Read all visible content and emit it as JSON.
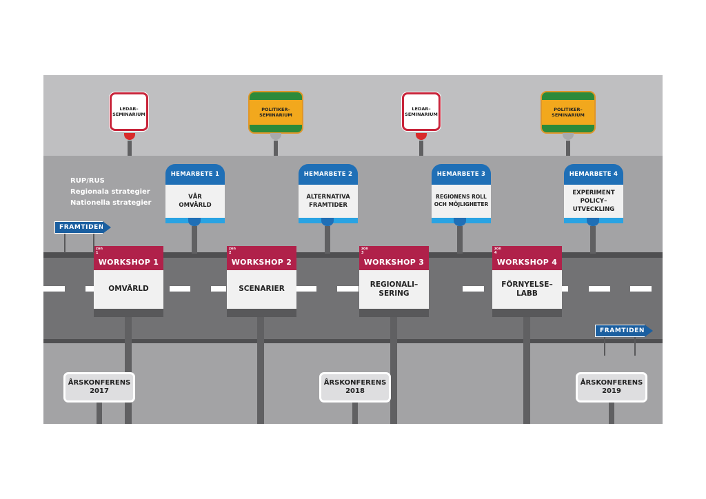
{
  "legend": [
    "RUP/RUS",
    "Regionala strategier",
    "Nationella strategier"
  ],
  "seminars": [
    {
      "type": "ledar",
      "line1": "LEDAR–",
      "line2": "SEMINARIUM"
    },
    {
      "type": "pol",
      "line1": "POLITIKER–",
      "line2": "SEMINARIUM"
    },
    {
      "type": "ledar",
      "line1": "LEDAR–",
      "line2": "SEMINARIUM"
    },
    {
      "type": "pol",
      "line1": "POLITIKER–",
      "line2": "SEMINARIUM"
    }
  ],
  "hemarbete": [
    {
      "title": "HEMARBETE 1",
      "line1": "VÅR",
      "line2": "OMVÄRLD"
    },
    {
      "title": "HEMARBETE 2",
      "line1": "ALTERNATIVA",
      "line2": "FRAMTIDER"
    },
    {
      "title": "HEMARBETE 3",
      "line1": "REGIONENS ROLL",
      "line2": "OCH MÖJLIGHETER"
    },
    {
      "title": "HEMARBETE 4",
      "line1": "EXPERIMENT",
      "line2": "POLICY–",
      "line3": "UTVECKLING"
    }
  ],
  "workshops": [
    {
      "zon_label": "zon",
      "zon_num": "1",
      "title": "WORKSHOP 1",
      "line1": "OMVÄRLD",
      "line2": ""
    },
    {
      "zon_label": "zon",
      "zon_num": "2",
      "title": "WORKSHOP 2",
      "line1": "SCENARIER",
      "line2": ""
    },
    {
      "zon_label": "zon",
      "zon_num": "3",
      "title": "WORKSHOP 3",
      "line1": "REGIONALI–",
      "line2": "SERING"
    },
    {
      "zon_label": "zon",
      "zon_num": "4",
      "title": "WORKSHOP 4",
      "line1": "FÖRNYELSE–",
      "line2": "LABB"
    }
  ],
  "conferences": [
    {
      "title": "ÅRSKONFERENS",
      "year": "2017"
    },
    {
      "title": "ÅRSKONFERENS",
      "year": "2018"
    },
    {
      "title": "ÅRSKONFERENS",
      "year": "2019"
    }
  ],
  "signs": {
    "left": "FRAMTIDEN",
    "right": "FRAMTIDEN"
  },
  "colors": {
    "workshop_red": "#b0214a",
    "hemarbete_blue": "#1f6fb6",
    "ledar_red": "#c8243a",
    "politiker_orange": "#f2a81d",
    "politiker_green": "#2c8a3a",
    "framtiden_blue": "#1b5fa0"
  }
}
